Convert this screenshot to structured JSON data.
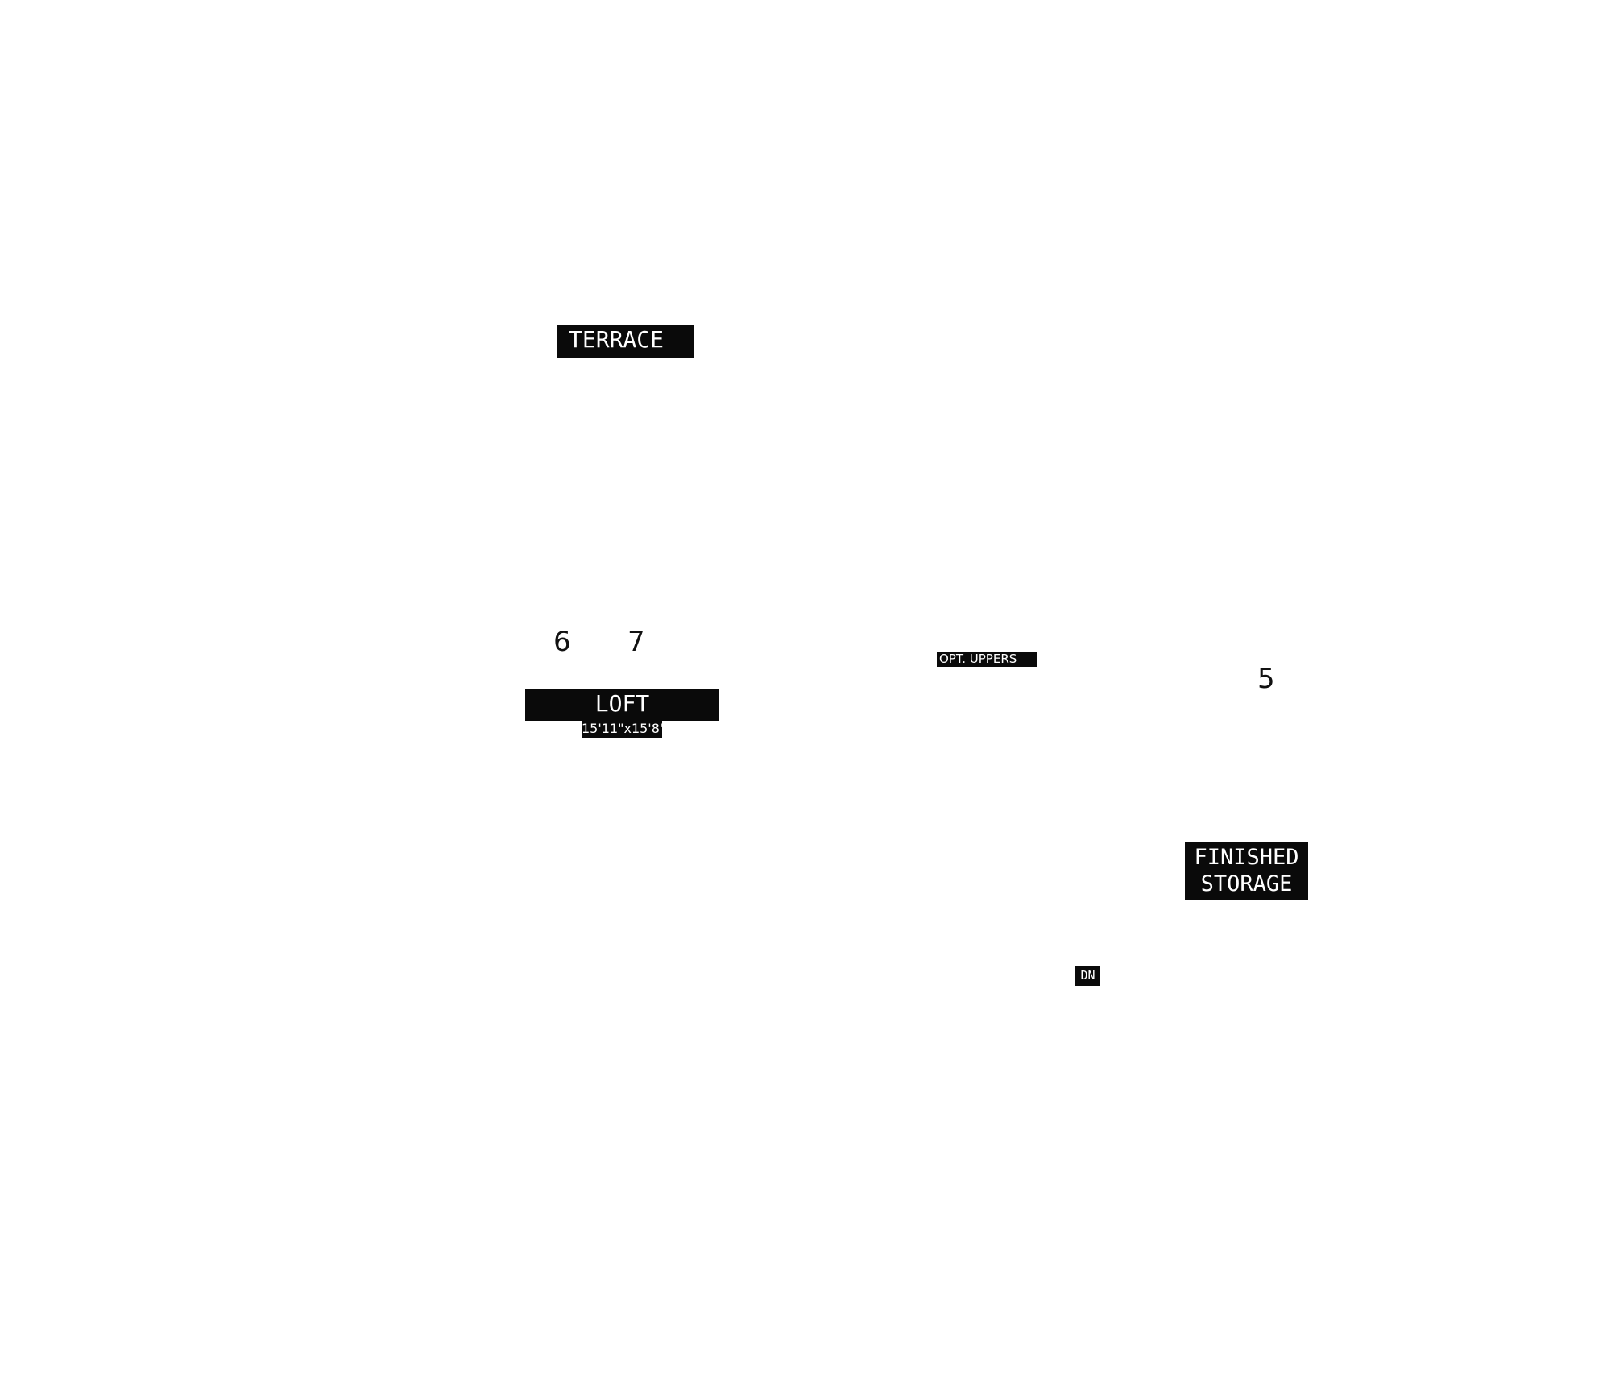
{
  "plan": {
    "labels": {
      "terrace": "TERRACE",
      "loft": "LOFT",
      "loft_dimensions": "15'11\"x15'8\"",
      "opt_uppers": "OPT. UPPERS",
      "finished_storage_line1": "FINISHED",
      "finished_storage_line2": "STORAGE",
      "stairs_down": "DN"
    },
    "numbers": {
      "six": "6",
      "seven": "7",
      "five": "5"
    }
  }
}
